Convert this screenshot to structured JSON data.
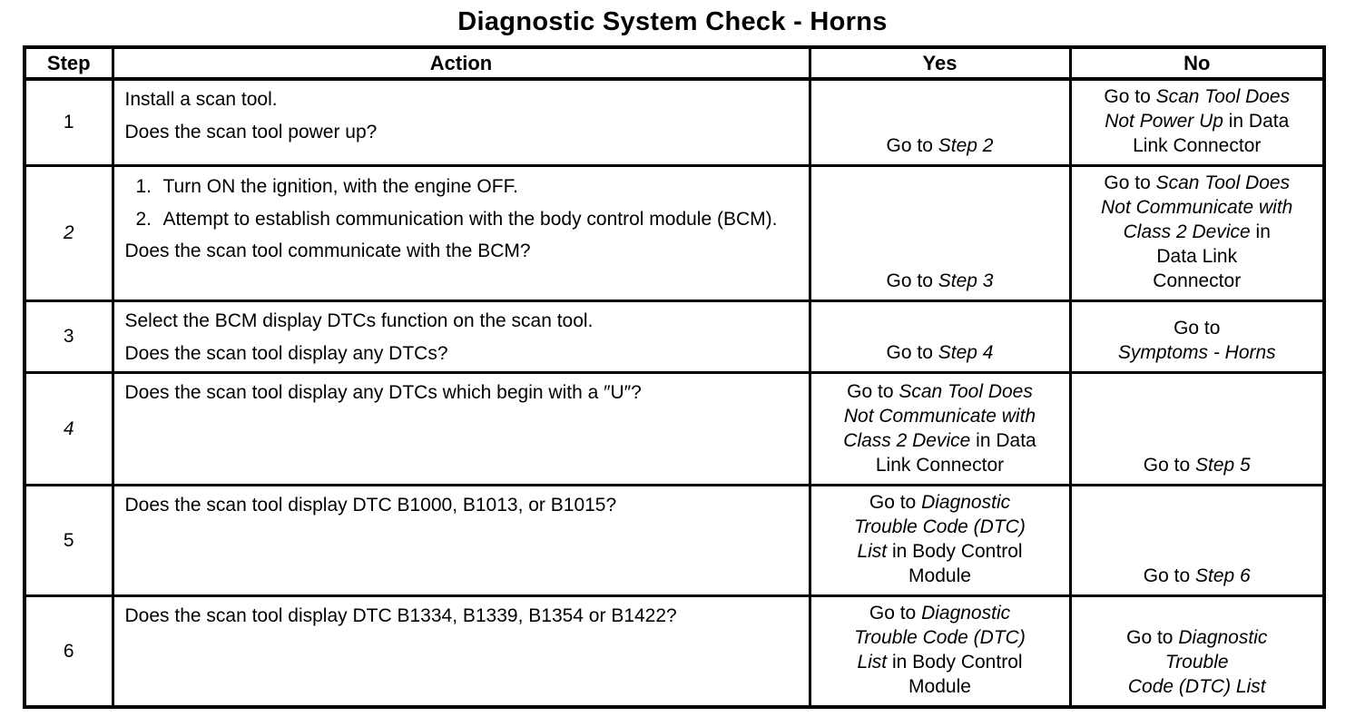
{
  "title": "Diagnostic System Check - Horns",
  "table": {
    "headers": [
      "Step",
      "Action",
      "Yes",
      "No"
    ],
    "rows": [
      {
        "step": "1",
        "step_italic": false,
        "action": [
          {
            "kind": "p",
            "segments": [
              {
                "t": "Install a scan tool."
              }
            ]
          },
          {
            "kind": "p",
            "segments": [
              {
                "t": "Does the scan tool power up?"
              }
            ]
          }
        ],
        "yes": [
          {
            "t": "Go to "
          },
          {
            "t": "Step 2",
            "i": true
          }
        ],
        "no": [
          {
            "t": "Go to "
          },
          {
            "t": "Scan Tool Does",
            "i": true
          },
          {
            "br": true
          },
          {
            "t": "Not Power Up",
            "i": true
          },
          {
            "t": " in Data"
          },
          {
            "br": true
          },
          {
            "t": "Link Connector"
          }
        ]
      },
      {
        "step": "2",
        "step_italic": true,
        "action": [
          {
            "kind": "item",
            "num": "1.",
            "segments": [
              {
                "t": "Turn ON the ignition, with the engine OFF."
              }
            ]
          },
          {
            "kind": "item",
            "num": "2.",
            "segments": [
              {
                "t": "Attempt to establish communication with the body control module (BCM)."
              }
            ]
          },
          {
            "kind": "p",
            "segments": [
              {
                "t": "Does the scan tool communicate with the BCM?"
              }
            ]
          }
        ],
        "yes": [
          {
            "t": "Go to "
          },
          {
            "t": "Step 3",
            "i": true
          }
        ],
        "no": [
          {
            "t": "Go to "
          },
          {
            "t": "Scan Tool Does",
            "i": true
          },
          {
            "br": true
          },
          {
            "t": "Not Communicate with",
            "i": true
          },
          {
            "br": true
          },
          {
            "t": "Class 2 Device",
            "i": true
          },
          {
            "t": " in"
          },
          {
            "br": true
          },
          {
            "t": "Data Link"
          },
          {
            "br": true
          },
          {
            "t": "Connector"
          }
        ]
      },
      {
        "step": "3",
        "step_italic": false,
        "action": [
          {
            "kind": "p",
            "segments": [
              {
                "t": "Select the BCM display DTCs function on the scan tool."
              }
            ]
          },
          {
            "kind": "p",
            "segments": [
              {
                "t": "Does the scan tool display any DTCs?"
              }
            ]
          }
        ],
        "yes": [
          {
            "t": "Go to "
          },
          {
            "t": "Step 4",
            "i": true
          }
        ],
        "no": [
          {
            "t": "Go to"
          },
          {
            "br": true
          },
          {
            "t": "Symptoms - Horns",
            "i": true
          }
        ]
      },
      {
        "step": "4",
        "step_italic": true,
        "action": [
          {
            "kind": "p",
            "segments": [
              {
                "t": "Does the scan tool display any DTCs which begin with a ″U″?"
              }
            ]
          }
        ],
        "yes": [
          {
            "t": "Go to "
          },
          {
            "t": "Scan Tool Does",
            "i": true
          },
          {
            "br": true
          },
          {
            "t": "Not Communicate with",
            "i": true
          },
          {
            "br": true
          },
          {
            "t": "Class 2 Device",
            "i": true
          },
          {
            "t": " in Data"
          },
          {
            "br": true
          },
          {
            "t": "Link Connector"
          }
        ],
        "no": [
          {
            "t": "Go to "
          },
          {
            "t": "Step 5",
            "i": true
          }
        ]
      },
      {
        "step": "5",
        "step_italic": false,
        "action": [
          {
            "kind": "p",
            "segments": [
              {
                "t": "Does the scan tool display DTC B1000, B1013, or B1015?"
              }
            ]
          }
        ],
        "yes": [
          {
            "t": "Go to "
          },
          {
            "t": "Diagnostic",
            "i": true
          },
          {
            "br": true
          },
          {
            "t": "Trouble Code (DTC)",
            "i": true
          },
          {
            "br": true
          },
          {
            "t": "List",
            "i": true
          },
          {
            "t": " in Body Control"
          },
          {
            "br": true
          },
          {
            "t": "Module"
          }
        ],
        "no": [
          {
            "t": "Go to "
          },
          {
            "t": "Step 6",
            "i": true
          }
        ]
      },
      {
        "step": "6",
        "step_italic": false,
        "action": [
          {
            "kind": "p",
            "segments": [
              {
                "t": "Does the scan tool display DTC B1334, B1339, B1354 or B1422?"
              }
            ]
          }
        ],
        "yes": [
          {
            "t": "Go to "
          },
          {
            "t": "Diagnostic",
            "i": true
          },
          {
            "br": true
          },
          {
            "t": "Trouble Code (DTC)",
            "i": true
          },
          {
            "br": true
          },
          {
            "t": "List",
            "i": true
          },
          {
            "t": " in Body Control"
          },
          {
            "br": true
          },
          {
            "t": "Module"
          }
        ],
        "no": [
          {
            "t": "Go to "
          },
          {
            "t": "Diagnostic",
            "i": true
          },
          {
            "br": true
          },
          {
            "t": "Trouble",
            "i": true
          },
          {
            "br": true
          },
          {
            "t": "Code (DTC) List",
            "i": true
          }
        ]
      }
    ]
  }
}
